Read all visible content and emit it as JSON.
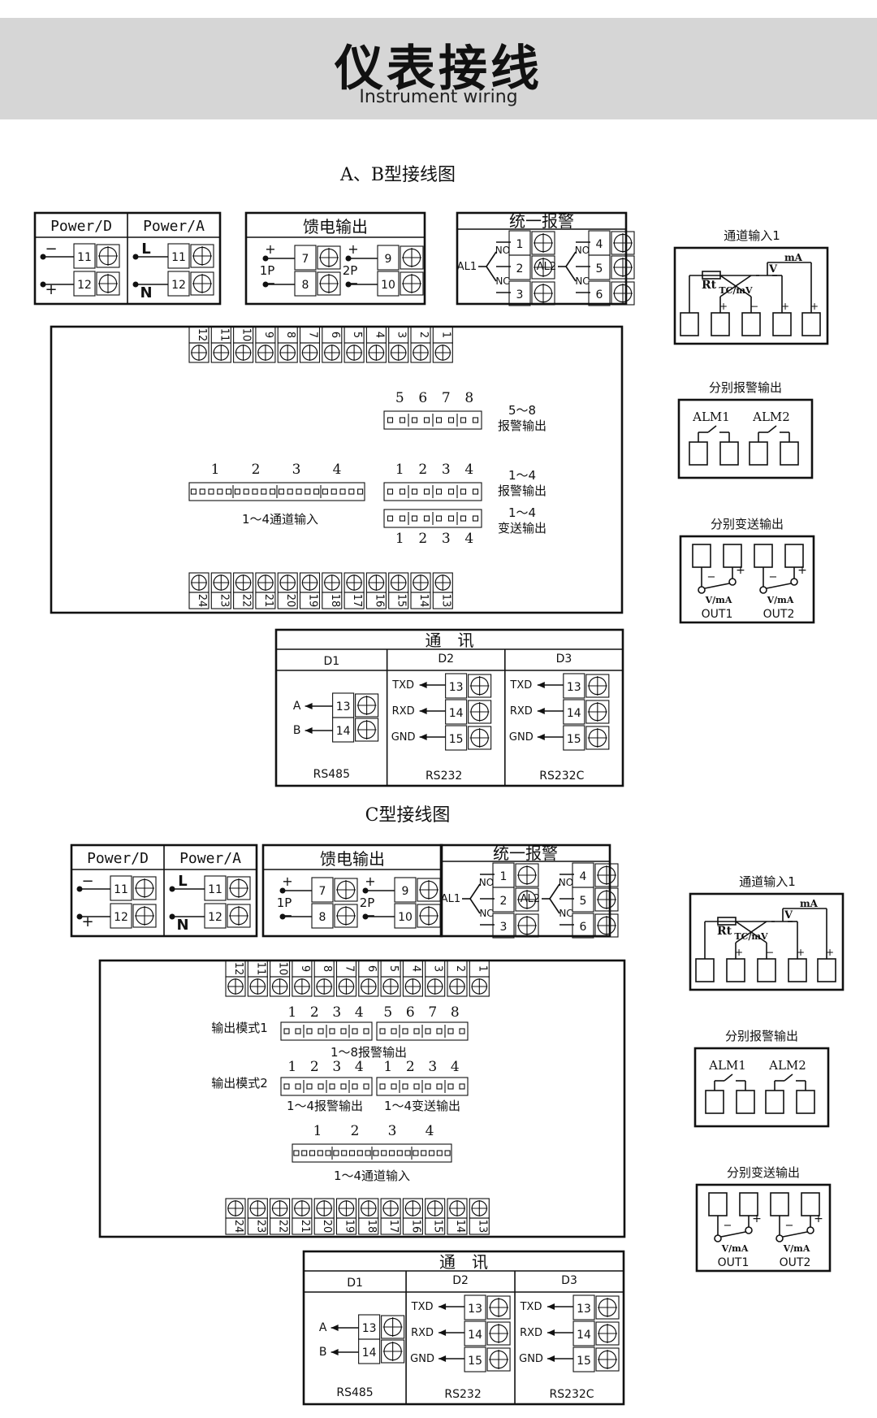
{
  "header": {
    "title": "仪表接线",
    "subtitle": "Instrument wiring"
  },
  "sections": [
    {
      "title": "A、B型接线图",
      "power": {
        "d_label": "Power/D",
        "a_label": "Power/A",
        "minus": "−",
        "plus": "+",
        "l": "L",
        "n": "N",
        "t11": "11",
        "t12": "12"
      },
      "feed": {
        "title": "馈电输出",
        "p1": "1P",
        "p2": "2P",
        "t7": "7",
        "t8": "8",
        "t9": "9",
        "t10": "10",
        "plus": "+",
        "minus": "−"
      },
      "alarm": {
        "title": "统一报警",
        "al1": "AL1",
        "al2": "AL2",
        "no": "NO",
        "nc": "NC",
        "t1": "1",
        "t2": "2",
        "t3": "3",
        "t4": "4",
        "t5": "5",
        "t6": "6"
      },
      "top_terms": [
        "12",
        "11",
        "10",
        "9",
        "8",
        "7",
        "6",
        "5",
        "4",
        "3",
        "2",
        "1"
      ],
      "bot_terms": [
        "24",
        "23",
        "22",
        "21",
        "20",
        "19",
        "18",
        "17",
        "16",
        "15",
        "14",
        "13"
      ],
      "io": {
        "alm58_nums": [
          "5",
          "6",
          "7",
          "8"
        ],
        "alm58_label": [
          "5～8",
          "报警输出"
        ],
        "in_nums": [
          "1",
          "2",
          "3",
          "4"
        ],
        "in_label": "1～4通道输入",
        "alm14_nums": [
          "1",
          "2",
          "3",
          "4"
        ],
        "alm14_label": [
          "1～4",
          "报警输出"
        ],
        "tx_nums": [
          "1",
          "2",
          "3",
          "4"
        ],
        "tx_label": [
          "1～4",
          "变送输出"
        ]
      },
      "comm": {
        "title": "通　讯",
        "d1": "D1",
        "d2": "D2",
        "d3": "D3",
        "a": "A",
        "b": "B",
        "txd": "TXD",
        "rxd": "RXD",
        "gnd": "GND",
        "t13": "13",
        "t14": "14",
        "t15": "15",
        "rs485": "RS485",
        "rs232": "RS232",
        "rs232c": "RS232C"
      },
      "side": {
        "ch_title": "通道输入1",
        "rt": "Rt",
        "tc": "TC/mV",
        "v": "V",
        "ma": "mA",
        "alm_title": "分别报警输出",
        "alm1": "ALM1",
        "alm2": "ALM2",
        "tx_title": "分别变送输出",
        "vma": "V/mA",
        "out1": "OUT1",
        "out2": "OUT2",
        "plus": "+",
        "minus": "−"
      }
    },
    {
      "title": "C型接线图",
      "power": {
        "d_label": "Power/D",
        "a_label": "Power/A",
        "minus": "−",
        "plus": "+",
        "l": "L",
        "n": "N",
        "t11": "11",
        "t12": "12"
      },
      "feed": {
        "title": "馈电输出",
        "p1": "1P",
        "p2": "2P",
        "t7": "7",
        "t8": "8",
        "t9": "9",
        "t10": "10",
        "plus": "+",
        "minus": "−"
      },
      "alarm": {
        "title": "统一报警",
        "al1": "AL1",
        "al2": "AL2",
        "no": "NO",
        "nc": "NC",
        "t1": "1",
        "t2": "2",
        "t3": "3",
        "t4": "4",
        "t5": "5",
        "t6": "6"
      },
      "top_terms": [
        "12",
        "11",
        "10",
        "9",
        "8",
        "7",
        "6",
        "5",
        "4",
        "3",
        "2",
        "1"
      ],
      "bot_terms": [
        "24",
        "23",
        "22",
        "21",
        "20",
        "19",
        "18",
        "17",
        "16",
        "15",
        "14",
        "13"
      ],
      "io": {
        "mode1": "输出模式1",
        "mode2": "输出模式2",
        "m1_left_nums": [
          "1",
          "2",
          "3",
          "4"
        ],
        "m1_right_nums": [
          "5",
          "6",
          "7",
          "8"
        ],
        "m1_label": "1～8报警输出",
        "m2_left_nums": [
          "1",
          "2",
          "3",
          "4"
        ],
        "m2_right_nums": [
          "1",
          "2",
          "3",
          "4"
        ],
        "m2_left_label": "1～4报警输出",
        "m2_right_label": "1～4变送输出",
        "in_nums": [
          "1",
          "2",
          "3",
          "4"
        ],
        "in_label": "1～4通道输入"
      },
      "comm": {
        "title": "通　讯",
        "d1": "D1",
        "d2": "D2",
        "d3": "D3",
        "a": "A",
        "b": "B",
        "txd": "TXD",
        "rxd": "RXD",
        "gnd": "GND",
        "t13": "13",
        "t14": "14",
        "t15": "15",
        "rs485": "RS485",
        "rs232": "RS232",
        "rs232c": "RS232C"
      },
      "side": {
        "ch_title": "通道输入1",
        "rt": "Rt",
        "tc": "TC/mV",
        "v": "V",
        "ma": "mA",
        "alm_title": "分别报警输出",
        "alm1": "ALM1",
        "alm2": "ALM2",
        "tx_title": "分别变送输出",
        "vma": "V/mA",
        "out1": "OUT1",
        "out2": "OUT2",
        "plus": "+",
        "minus": "−"
      }
    }
  ]
}
